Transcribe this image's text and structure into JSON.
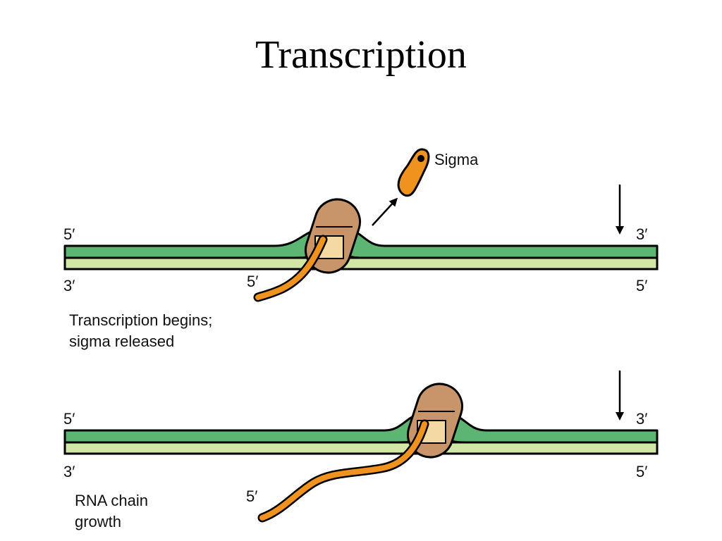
{
  "slide": {
    "title": "Transcription"
  },
  "panel_top": {
    "sigma_label": "Sigma",
    "strand_top_left": "5′",
    "strand_top_right": "3′",
    "strand_bottom_left": "3′",
    "strand_bottom_right": "5′",
    "rna_end_label": "5′",
    "caption_line1": "Transcription begins;",
    "caption_line2": "sigma released"
  },
  "panel_bottom": {
    "strand_top_left": "5′",
    "strand_top_right": "3′",
    "strand_bottom_left": "3′",
    "strand_bottom_right": "5′",
    "rna_end_label": "5′",
    "caption_line1": "RNA chain",
    "caption_line2": "growth"
  },
  "colors": {
    "template_strand": "#5cb572",
    "coding_strand": "#d2e6a6",
    "rna_polymerase": "#c8956a",
    "polymerase_core": "#f4d9a4",
    "rna_chain": "#f0921e",
    "sigma_factor": "#f0921e"
  },
  "icons": {
    "release_arrow": "arrow-up-right-icon",
    "direction_arrow": "arrow-down-icon"
  }
}
